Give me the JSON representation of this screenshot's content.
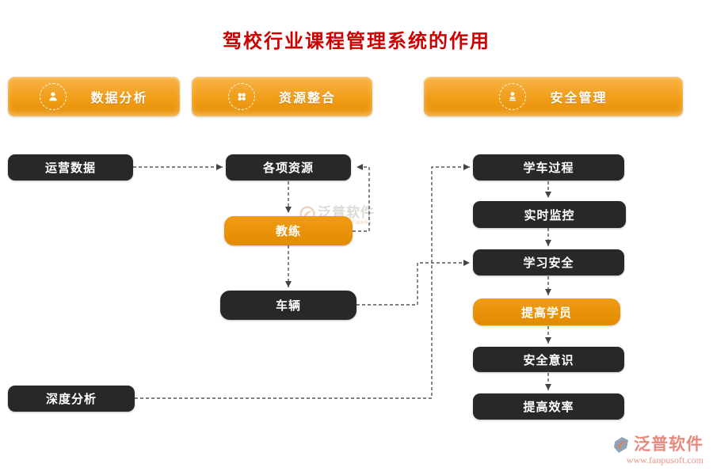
{
  "title": "驾校行业课程管理系统的作用",
  "colors": {
    "accent_orange": "#E8920C",
    "node_dark": "#282828",
    "title_red": "#CC0000",
    "logo_coral": "#E8897E",
    "connector_gray": "#555555"
  },
  "header": {
    "buttons": [
      {
        "label": "数据分析",
        "icon": "user-icon"
      },
      {
        "label": "资源整合",
        "icon": "modules-icon"
      },
      {
        "label": "安全管理",
        "icon": "person-badge-icon"
      }
    ]
  },
  "nodes": {
    "operating_data": "运营数据",
    "resources": "各项资源",
    "coach": "教练",
    "vehicle": "车辆",
    "deep_analysis": "深度分析",
    "learning_process": "学车过程",
    "realtime_monitoring": "实时监控",
    "learning_safety": "学习安全",
    "improve_students": "提高学员",
    "safety_awareness": "安全意识",
    "improve_efficiency": "提高效率"
  },
  "watermark": {
    "name": "泛普软件",
    "sub": "FANPU SOFTWARE"
  },
  "logo": {
    "name": "泛普软件",
    "url": "www.fanpusoft.com"
  }
}
